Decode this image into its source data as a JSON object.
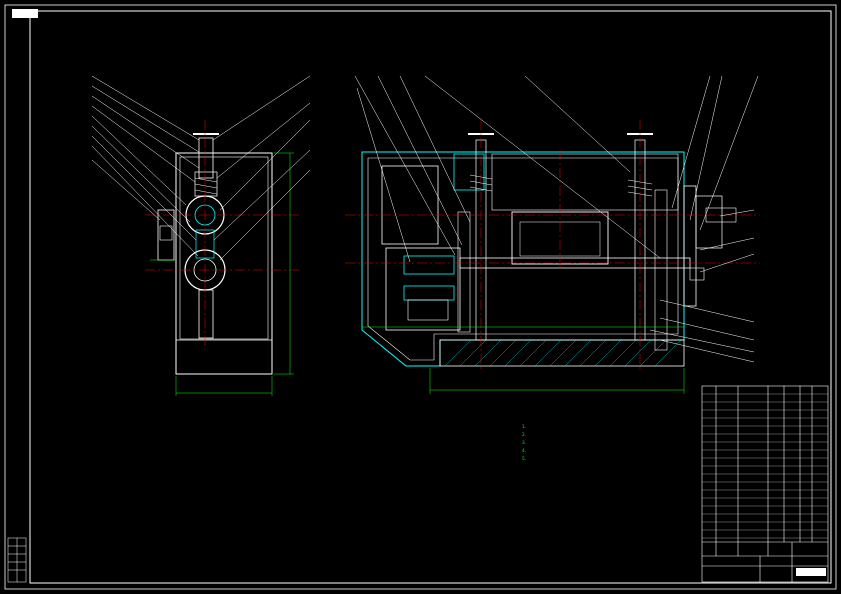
{
  "drawing": {
    "tag": "",
    "notes_title": "",
    "notes": [
      "1.",
      "2.",
      "3.",
      "",
      "4.",
      "5."
    ],
    "colors": {
      "frame": "#ffffff",
      "outline": "#ffffff",
      "section": "#00ffff",
      "dimension": "#00ff00",
      "centerline": "#ff0000",
      "leader": "#ffffff"
    },
    "title_block": {
      "drawing_number": ""
    }
  }
}
